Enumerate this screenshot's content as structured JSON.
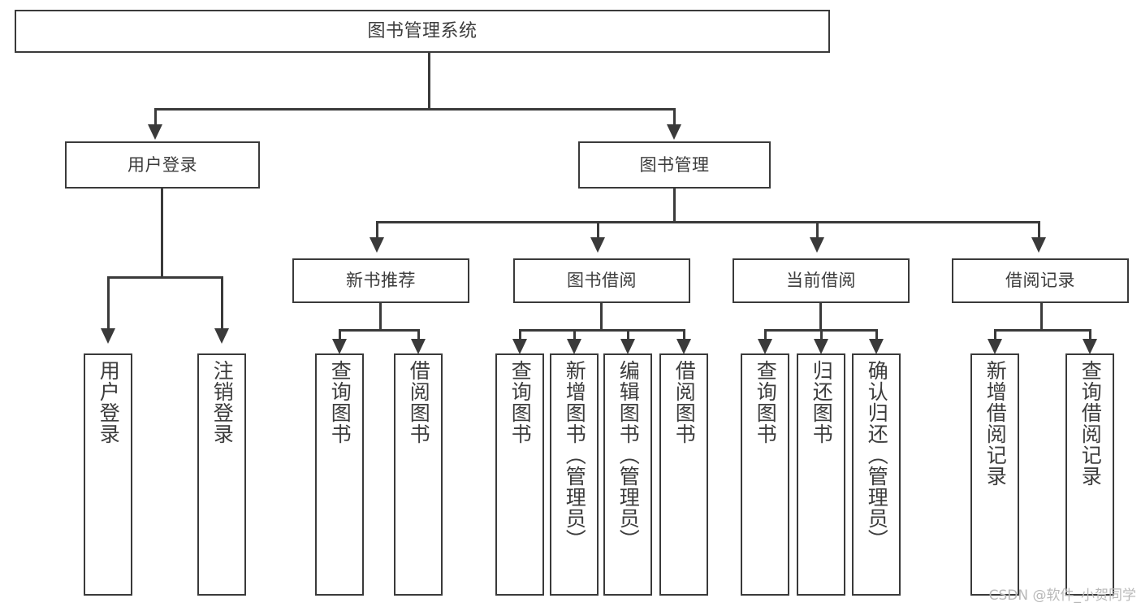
{
  "diagram": {
    "type": "tree",
    "title": "图书管理系统",
    "root": {
      "label": "图书管理系统"
    },
    "level2": [
      {
        "label": "用户登录"
      },
      {
        "label": "图书管理"
      }
    ],
    "level3": [
      {
        "label": "新书推荐"
      },
      {
        "label": "图书借阅"
      },
      {
        "label": "当前借阅"
      },
      {
        "label": "借阅记录"
      }
    ],
    "leaves": {
      "user_login": [
        {
          "label": "用户登录"
        },
        {
          "label": "注销登录"
        }
      ],
      "new_book_recommend": [
        {
          "label": "查询图书"
        },
        {
          "label": "借阅图书"
        }
      ],
      "book_borrow": [
        {
          "label": "查询图书"
        },
        {
          "label": "新增图书（管理员）"
        },
        {
          "label": "编辑图书（管理员）"
        },
        {
          "label": "借阅图书"
        }
      ],
      "current_borrow": [
        {
          "label": "查询图书"
        },
        {
          "label": "归还图书"
        },
        {
          "label": "确认归还（管理员）"
        }
      ],
      "borrow_record": [
        {
          "label": "新增借阅记录"
        },
        {
          "label": "查询借阅记录"
        }
      ]
    }
  },
  "watermark": {
    "text": "CSDN @软件_小贺同学"
  },
  "colors": {
    "border": "#3a3a3a",
    "text": "#3c3c3c",
    "background": "#ffffff",
    "watermark": "#b9b9b9"
  }
}
